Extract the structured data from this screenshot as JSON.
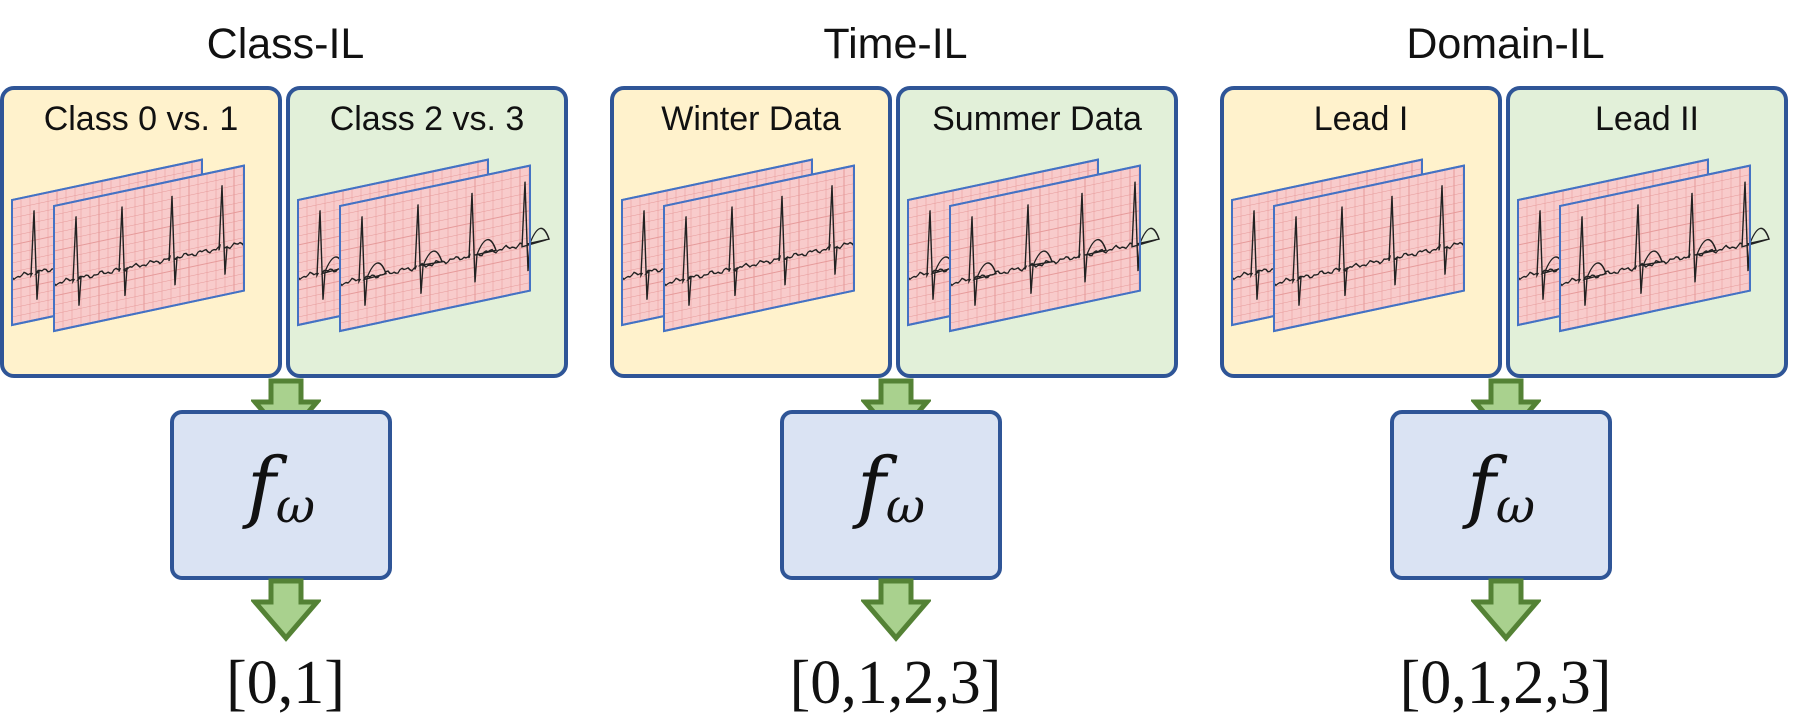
{
  "colors": {
    "border": "#2f5597",
    "task_a_bg": "#fff2cc",
    "task_b_bg": "#e2f0d9",
    "model_bg": "#dae3f3",
    "arrow_fill": "#a9d18e",
    "arrow_stroke": "#548235",
    "ecg_paper": "#f8cbcb",
    "ecg_grid": "#e69a9a",
    "ecg_frame": "#4472c4",
    "ecg_trace": "#222222"
  },
  "icons": {
    "ecg": "ecg-strip-icon",
    "arrow": "down-arrow-icon"
  },
  "model": {
    "symbol": "f",
    "subscript": "ω"
  },
  "groups": [
    {
      "title": "Class-IL",
      "tasks": [
        {
          "label": "Class 0 vs. 1",
          "tint": "yellow"
        },
        {
          "label": "Class 2 vs. 3",
          "tint": "green"
        }
      ],
      "output": "[0,1]"
    },
    {
      "title": "Time-IL",
      "tasks": [
        {
          "label": "Winter Data",
          "tint": "yellow"
        },
        {
          "label": "Summer Data",
          "tint": "green"
        }
      ],
      "output": "[0,1,2,3]"
    },
    {
      "title": "Domain-IL",
      "tasks": [
        {
          "label": "Lead I",
          "tint": "yellow"
        },
        {
          "label": "Lead II",
          "tint": "green"
        }
      ],
      "output": "[0,1,2,3]"
    }
  ]
}
